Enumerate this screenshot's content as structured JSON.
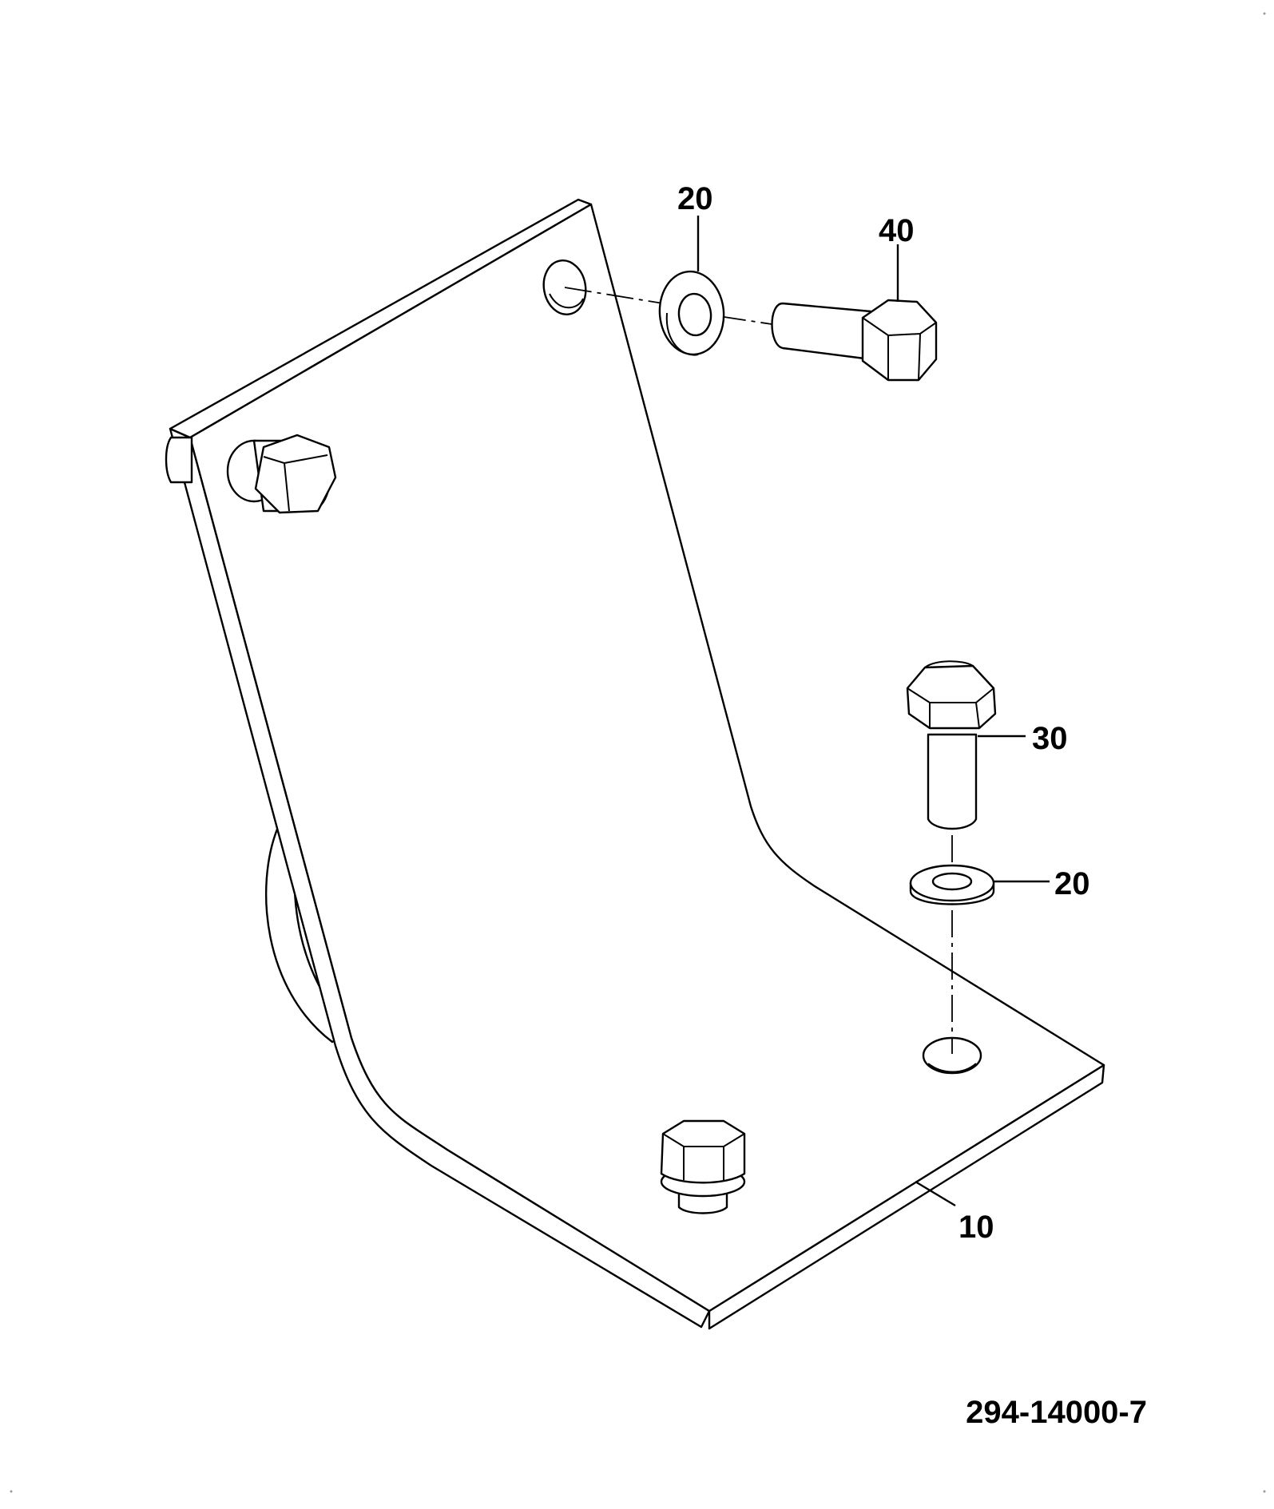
{
  "callouts": {
    "washer_top": "20",
    "bolt_top": "40",
    "bolt_bottom": "30",
    "washer_bottom": "20",
    "bracket": "10"
  },
  "figure_id": "294-14000-7",
  "colors": {
    "line": "#000000",
    "background": "#ffffff"
  }
}
